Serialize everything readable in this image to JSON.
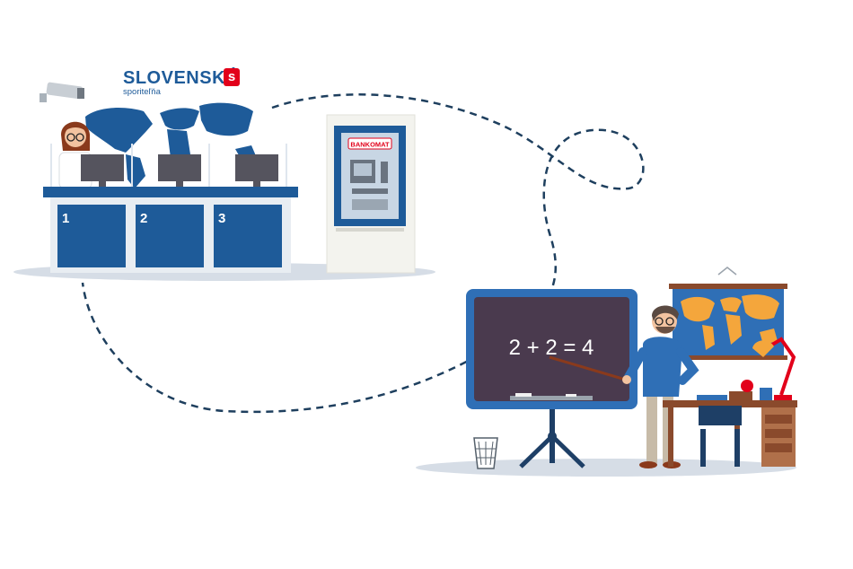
{
  "brand": {
    "name": "SLOVENSKÁ",
    "sub": "sporiteľňa",
    "symbol": "s"
  },
  "counters": [
    "1",
    "2",
    "3"
  ],
  "atm_label": "BANKOMAT",
  "blackboard_text": "2 + 2 = 4",
  "colors": {
    "primary_blue": "#1e5b99",
    "dash_line": "#1e3f5e",
    "red": "#e2001a",
    "board": "#4a3a4e",
    "map_orange": "#f4a63c"
  }
}
